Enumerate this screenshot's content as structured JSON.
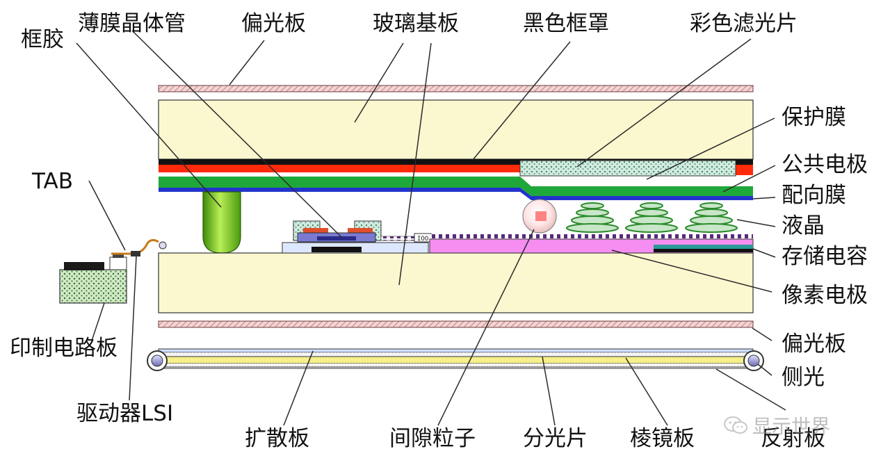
{
  "labels": {
    "frame_glue": "框胶",
    "tft": "薄膜晶体管",
    "polarizer_top": "偏光板",
    "glass_substrate": "玻璃基板",
    "black_matrix": "黑色框罩",
    "color_filter": "彩色滤光片",
    "protective_film": "保护膜",
    "common_electrode": "公共电极",
    "alignment_film": "配向膜",
    "liquid_crystal": "液晶",
    "storage_capacitor": "存储电容",
    "pixel_electrode": "像素电极",
    "polarizer_bottom": "偏光板",
    "side_light": "侧光",
    "reflector": "反射板",
    "prism_sheet": "棱镜板",
    "polarizer_sheet": "分光片",
    "spacer": "间隙粒子",
    "diffuser": "扩散板",
    "driver_lsi": "驱动器LSI",
    "pcb": "印制电路板",
    "tab": "TAB"
  },
  "watermark": {
    "icon": "wechat-icon",
    "text": "显示世界"
  },
  "colors": {
    "glass": "#fbf7cf",
    "black_matrix": "#111111",
    "red_layer": "#ff2a0a",
    "green_layer": "#1fa83a",
    "blue_layer": "#2233cc",
    "polarizer_fill": "#f4d4d4",
    "polarizer_stripe": "#c08080",
    "color_filter": "#c8ecdc",
    "pixel_electrode": "#f58ef0",
    "spacer_glue": "#7acc22",
    "pcb": "#cfe8c4"
  }
}
